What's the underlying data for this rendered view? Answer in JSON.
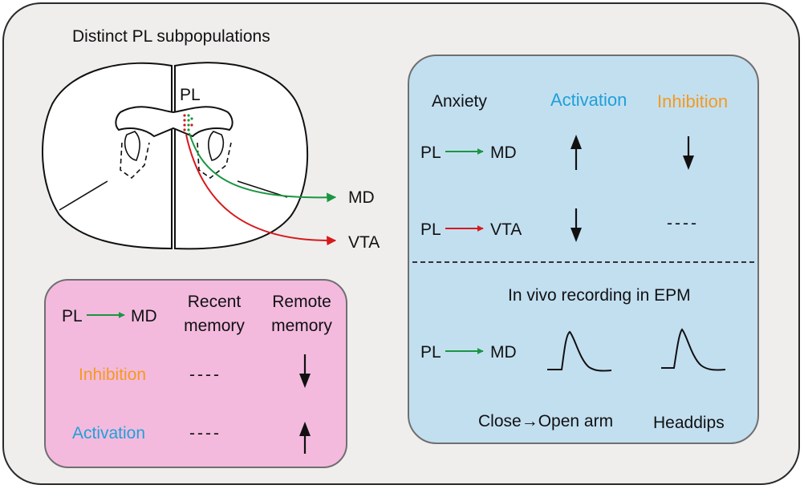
{
  "title": "Distinct PL subpopulations",
  "brain": {
    "region_label": "PL",
    "targets": [
      "MD",
      "VTA"
    ]
  },
  "memory_panel": {
    "pathway_from": "PL",
    "pathway_to": "MD",
    "col1_line1": "Recent",
    "col1_line2": "memory",
    "col2_line1": "Remote",
    "col2_line2": "memory",
    "row1_label": "Inhibition",
    "row1_recent": "----",
    "row2_label": "Activation",
    "row2_recent": "----"
  },
  "anxiety_panel": {
    "heading": "Anxiety",
    "col_activation": "Activation",
    "col_inhibition": "Inhibition",
    "row1_from": "PL",
    "row1_to": "MD",
    "row2_from": "PL",
    "row2_to": "VTA",
    "row2_inhibition": "----",
    "recording_title": "In vivo recording in EPM",
    "rec_from": "PL",
    "rec_to": "MD",
    "trace1_label": "Close→Open arm",
    "trace2_label": "Headdips"
  },
  "colors": {
    "green": "#1a9641",
    "red": "#d7191c",
    "activation": "#1fa0d8",
    "inhibition": "#f39a1e",
    "pink_panel": "#f3bade",
    "blue_panel": "#c2dff0"
  }
}
